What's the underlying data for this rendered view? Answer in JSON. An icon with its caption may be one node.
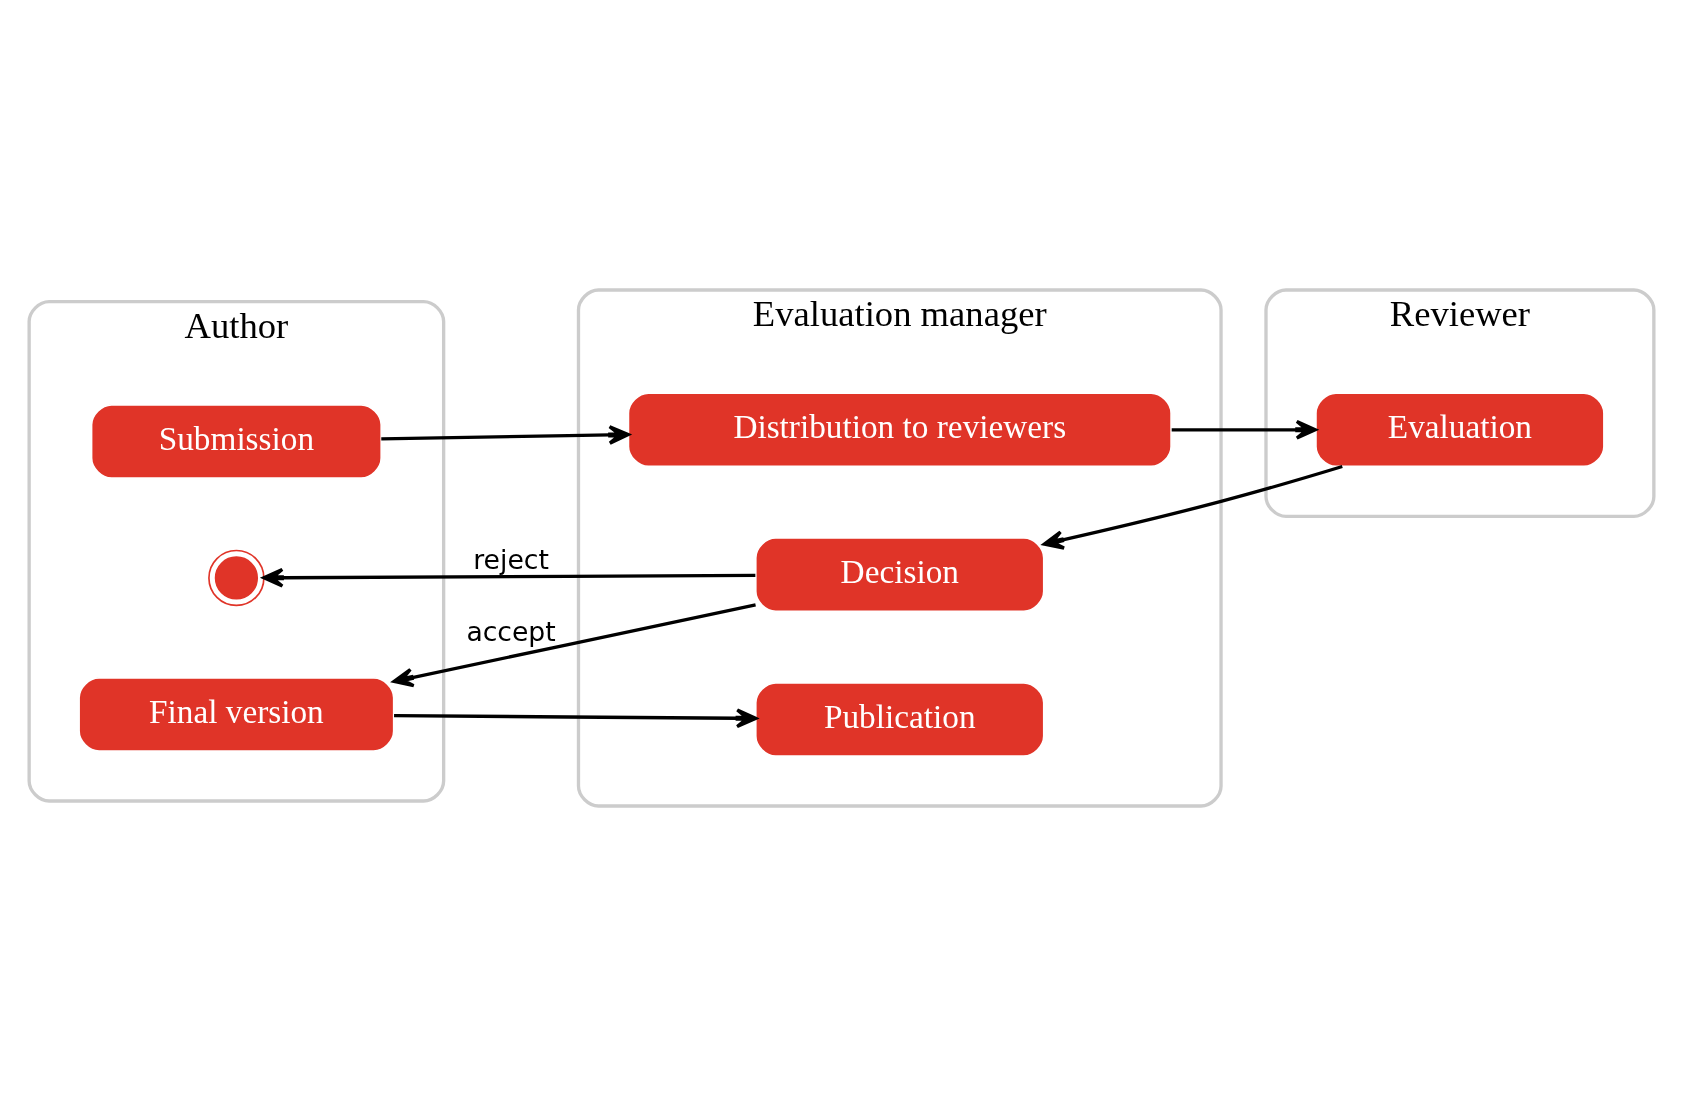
{
  "diagram": {
    "nodes": [
      {
        "text": [
          "Author"
        ]
      },
      {
        "text": [
          "Evaluation manager"
        ]
      },
      {
        "text": [
          "Reviewer"
        ]
      },
      {
        "text": [
          "Submission"
        ],
        "in": 0
      },
      {
        "text": [],
        "shape": "circle",
        "in": 0
      },
      {
        "text": [
          "Final version"
        ],
        "in": 0
      },
      {
        "text": [
          "Distribution to reviewers"
        ],
        "in": 1
      },
      {
        "text": [
          "Decision"
        ],
        "in": 1
      },
      {
        "text": [
          "Publication"
        ],
        "in": 1
      },
      {
        "text": [
          "Evaluation"
        ],
        "in": 2
      }
    ],
    "edges": [
      {
        "from": 3,
        "to": 6,
        "arrow": "to"
      },
      {
        "from": 6,
        "to": 9,
        "arrow": "to"
      },
      {
        "from": 9,
        "to": 7,
        "arrow": "to"
      },
      {
        "from": 7,
        "to": 4,
        "label": "reject",
        "arrow": "to"
      },
      {
        "from": 7,
        "to": 5,
        "label": "accept",
        "arrow": "to"
      },
      {
        "from": 5,
        "to": 8,
        "arrow": "to"
      }
    ]
  }
}
